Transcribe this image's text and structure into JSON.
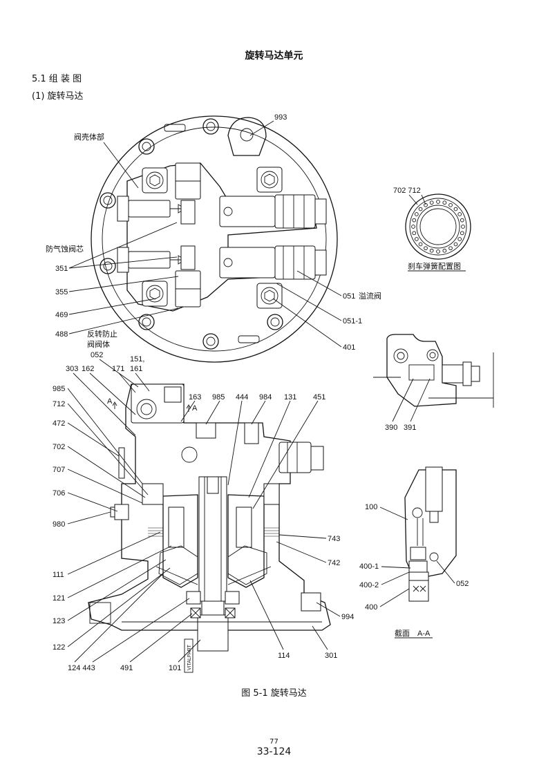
{
  "document": {
    "title": "旋转马达单元",
    "section": "5.1 组 装 图",
    "subsection": "(1) 旋转马达",
    "figure_caption": "图 5-1 旋转马达",
    "page_number": "77",
    "page_code": "33-124"
  },
  "top_view": {
    "labels": {
      "valve_body": "阀壳体部",
      "anti_cavitation": "防气蚀阀芯",
      "p993": "993",
      "p351": "351",
      "p355": "355",
      "p469": "469",
      "p488": "488",
      "p051": "051",
      "relief_valve": "溢流阀",
      "p051_1": "051-1",
      "p401": "401"
    }
  },
  "brake_spring": {
    "label": "702 712",
    "caption": "刹车弹簧配置图"
  },
  "detail_view": {
    "p390": "390",
    "p391": "391"
  },
  "section_view": {
    "labels": {
      "reverse_valve_1": "反转防止",
      "reverse_valve_2": "阀阀体",
      "p052": "052",
      "p151_161a": "151,",
      "p151_161b": "161",
      "p303": "303",
      "p162": "162",
      "p171": "171",
      "p985_l": "985",
      "p712": "712",
      "p472": "472",
      "p702": "702",
      "p707": "707",
      "p706": "706",
      "p980": "980",
      "p111": "111",
      "p121": "121",
      "p123": "123",
      "p122": "122",
      "p124_443": "124 443",
      "p491": "491",
      "p101": "101",
      "p114": "114",
      "p301": "301",
      "p994": "994",
      "p742": "742",
      "p743": "743",
      "p163": "163",
      "p985_t": "985",
      "p444": "444",
      "p984": "984",
      "p131": "131",
      "p451": "451",
      "mark_a": "A",
      "stamp": "VITALPART"
    }
  },
  "section_aa": {
    "p100": "100",
    "p400_1": "400-1",
    "p400_2": "400-2",
    "p400": "400",
    "p052": "052",
    "caption": "截面　A-A"
  }
}
